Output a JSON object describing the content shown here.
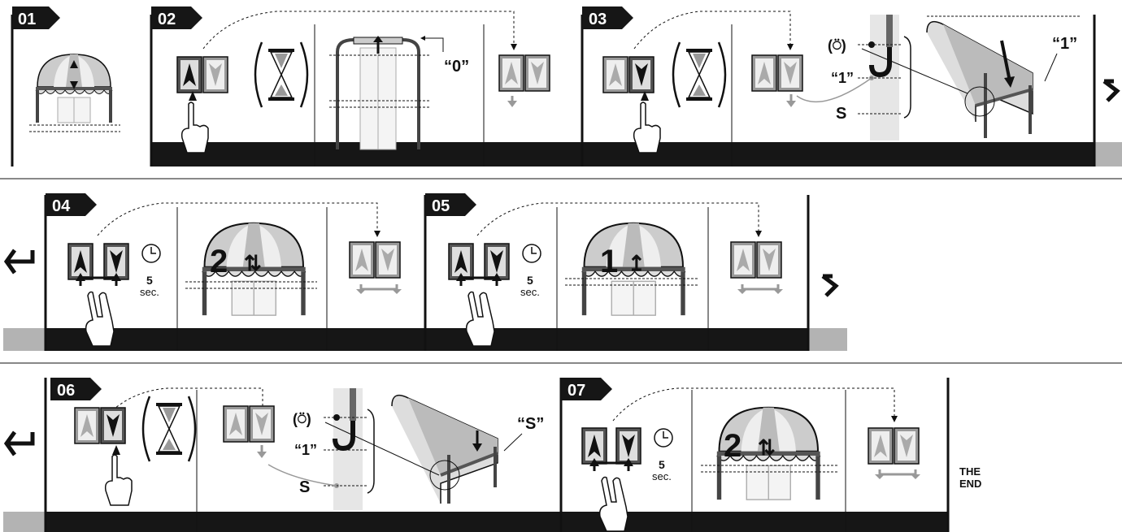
{
  "steps": [
    {
      "number": "01"
    },
    {
      "number": "02",
      "position_label": "“0”"
    },
    {
      "number": "03",
      "labels": [
        "“1”",
        "S",
        "“1”"
      ]
    },
    {
      "number": "04",
      "timer_value": "5",
      "timer_unit": "sec.",
      "mode_digit": "2"
    },
    {
      "number": "05",
      "timer_value": "5",
      "timer_unit": "sec.",
      "mode_digit": "1"
    },
    {
      "number": "06",
      "labels": [
        "“1”",
        "S",
        "“S”"
      ]
    },
    {
      "number": "07",
      "timer_value": "5",
      "timer_unit": "sec.",
      "mode_digit": "2"
    }
  ],
  "end_text": [
    "THE",
    "END"
  ],
  "colors": {
    "bar": "#161616",
    "gray_bar": "#b3b3b3",
    "button_face": "#e6e6e6",
    "button_dark": "#555555",
    "awning_stripe": "#bdbdbd"
  },
  "icons": [
    "up-button-icon",
    "down-button-icon",
    "hourglass-icon",
    "clock-icon",
    "hand-icon",
    "awning-icon",
    "hook-icon",
    "flow-arrow-icon"
  ]
}
